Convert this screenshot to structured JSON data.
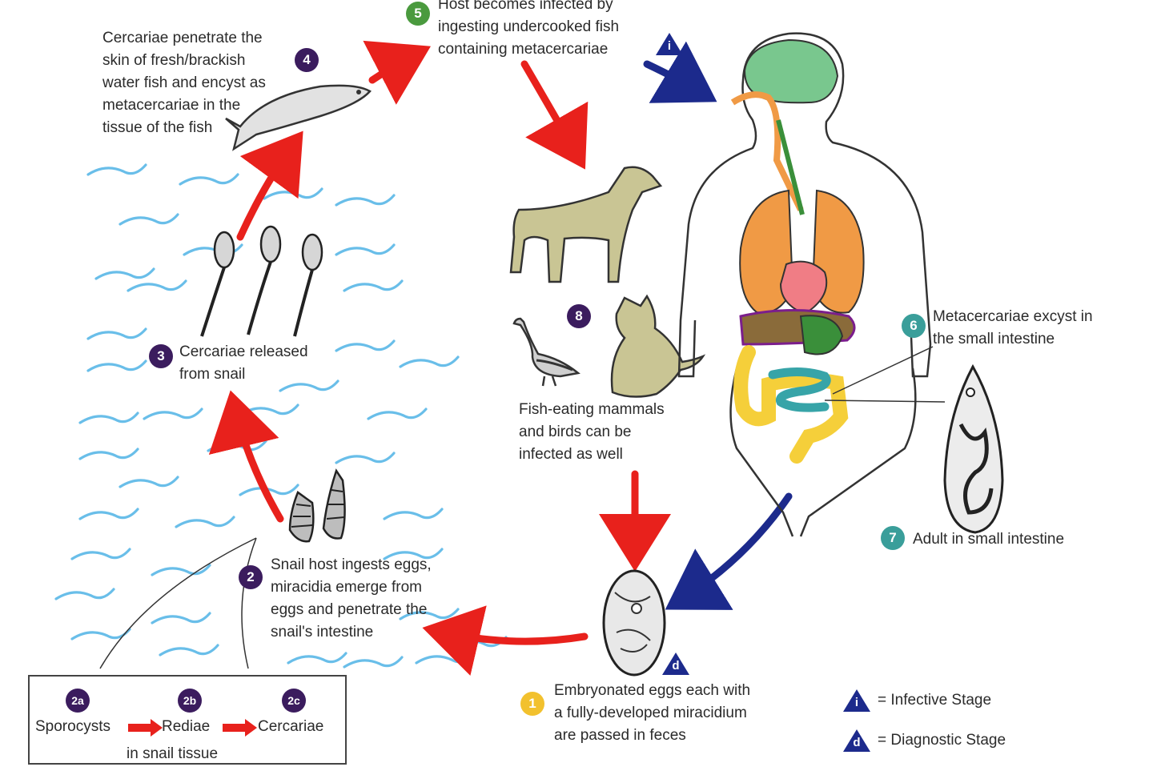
{
  "colors": {
    "red_arrow": "#e8211c",
    "blue_arrow": "#1c2a8c",
    "badge_purple": "#3b1c5e",
    "badge_green": "#4a9a3e",
    "badge_teal": "#3a9e9a",
    "badge_yellow": "#f2c12e",
    "water": "#4fb3e6",
    "stage_triangle": "#1c2a8c",
    "animal_fill": "#c9c594"
  },
  "steps": {
    "s1": {
      "badge": "1",
      "text": "Embryonated eggs each with\na fully-developed miracidium\nare passed in feces"
    },
    "s2": {
      "badge": "2",
      "text": "Snail host ingests eggs,\nmiracidia emerge from\neggs and penetrate the\nsnail's intestine"
    },
    "s2a": {
      "badge": "2a",
      "text": "Sporocysts"
    },
    "s2b": {
      "badge": "2b",
      "text": "Rediae"
    },
    "s2c": {
      "badge": "2c",
      "text": "Cercariae"
    },
    "s2_note": "in snail tissue",
    "s3": {
      "badge": "3",
      "text": "Cercariae released\nfrom snail"
    },
    "s4": {
      "badge": "4",
      "text": "Cercariae penetrate the\nskin of fresh/brackish\nwater fish and encyst as\nmetacercariae in the\ntissue of the fish"
    },
    "s5": {
      "badge": "5",
      "text": "Host becomes infected by\ningesting undercooked fish\ncontaining metacercariae"
    },
    "s6": {
      "badge": "6",
      "text": "Metacercariae excyst in\nthe small intestine"
    },
    "s7": {
      "badge": "7",
      "text": "Adult in small intestine"
    },
    "s8": {
      "badge": "8",
      "text": "Fish-eating mammals\nand birds can be\ninfected as well"
    }
  },
  "legend": {
    "infective": {
      "symbol": "i",
      "label": "= Infective Stage"
    },
    "diagnostic": {
      "symbol": "d",
      "label": "= Diagnostic Stage"
    }
  },
  "icons": {
    "fish": "fish-icon",
    "snail": "snail-icon",
    "cercaria": "cercaria-icon",
    "dog": "dog-icon",
    "cat": "cat-icon",
    "bird": "bird-icon",
    "human": "human-body-icon",
    "egg": "egg-icon",
    "adult_fluke": "adult-fluke-icon"
  }
}
